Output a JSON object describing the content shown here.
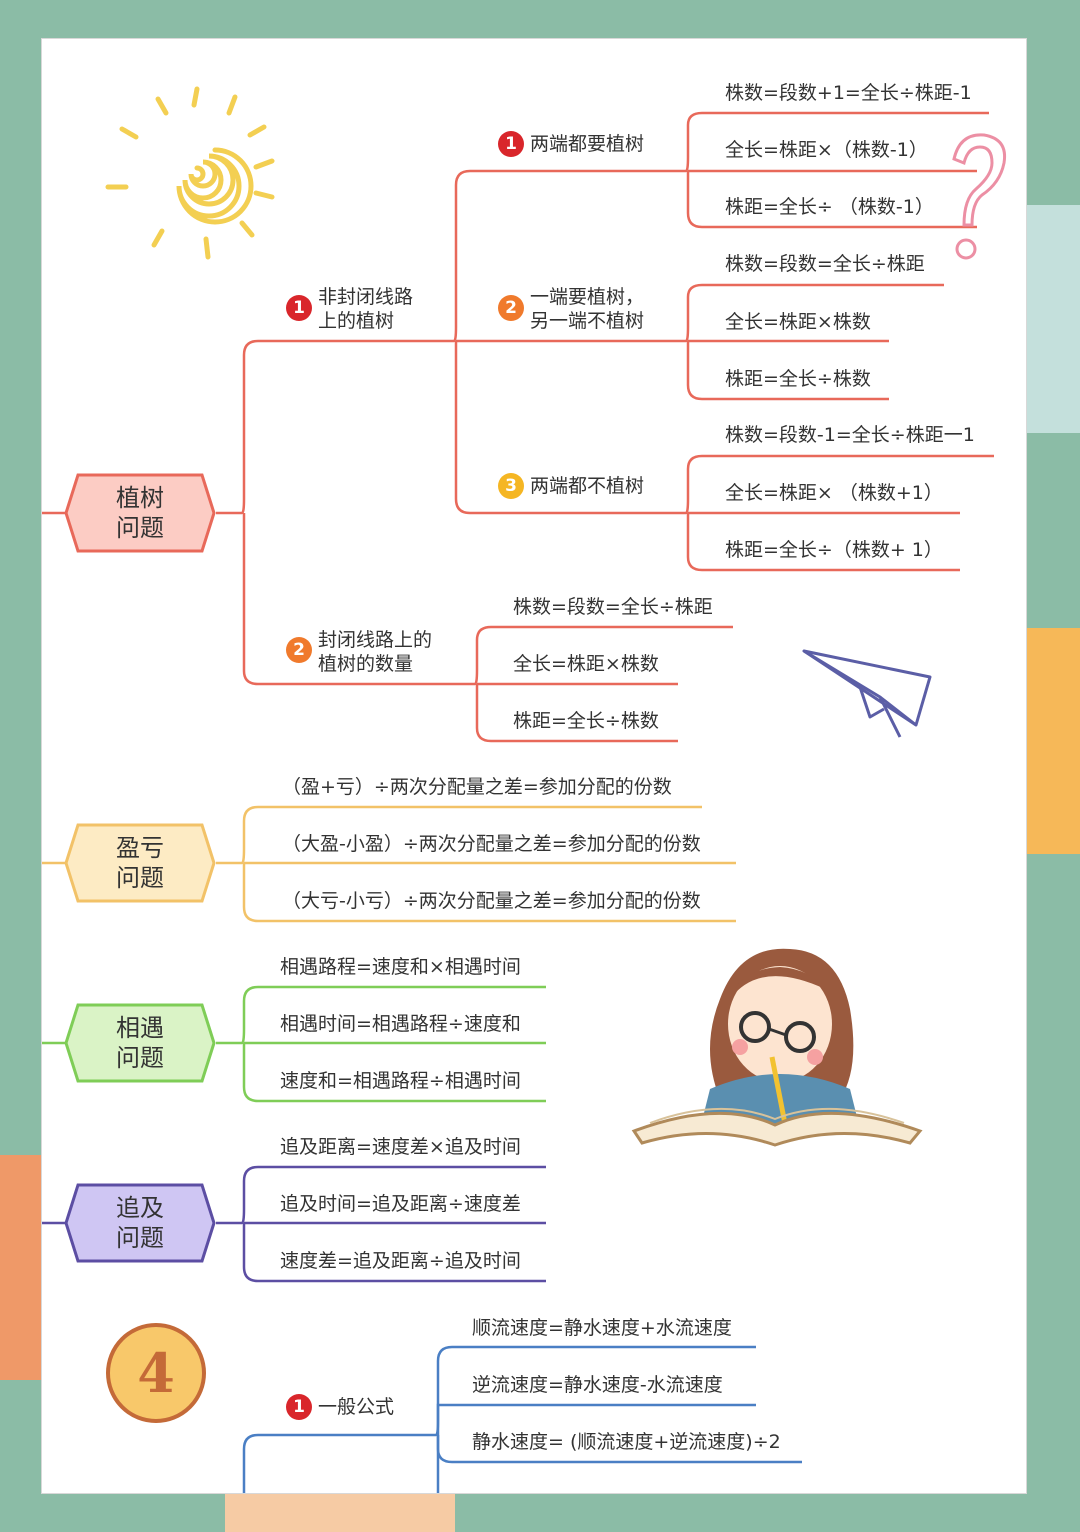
{
  "sections": {
    "tree": {
      "title_line1": "植树",
      "title_line2": "问题",
      "branch1": {
        "num": "1",
        "line1": "非封闭线路",
        "line2": "上的植树",
        "cases": [
          {
            "num": "1",
            "label": "两端都要植树",
            "formulas": [
              "株数=段数+1=全长÷株距-1",
              "全长=株距×（株数-1）",
              "株距=全长÷ （株数-1）"
            ]
          },
          {
            "num": "2",
            "line1": "一端要植树，",
            "line2": "另一端不植树",
            "formulas": [
              "株数=段数=全长÷株距",
              "全长=株距×株数",
              "株距=全长÷株数"
            ]
          },
          {
            "num": "3",
            "label": "两端都不植树",
            "formulas": [
              "株数=段数-1=全长÷株距一1",
              "全长=株距× （株数+1）",
              "株距=全长÷（株数+ 1）"
            ]
          }
        ]
      },
      "branch2": {
        "num": "2",
        "line1": "封闭线路上的",
        "line2": "植树的数量",
        "formulas": [
          "株数=段数=全长÷株距",
          "全长=株距×株数",
          "株距=全长÷株数"
        ]
      }
    },
    "profit": {
      "title_line1": "盈亏",
      "title_line2": "问题",
      "formulas": [
        "（盈+亏）÷两次分配量之差=参加分配的份数",
        "（大盈-小盈）÷两次分配量之差=参加分配的份数",
        "（大亏-小亏）÷两次分配量之差=参加分配的份数"
      ]
    },
    "meet": {
      "title_line1": "相遇",
      "title_line2": "问题",
      "formulas": [
        "相遇路程=速度和×相遇时间",
        "相遇时间=相遇路程÷速度和",
        "速度和=相遇路程÷相遇时间"
      ]
    },
    "chase": {
      "title_line1": "追及",
      "title_line2": "问题",
      "formulas": [
        "追及距离=速度差×追及时间",
        "追及时间=追及距离÷速度差",
        "速度差=追及距离÷追及时间"
      ]
    },
    "flow": {
      "badge": "4",
      "branch_num": "1",
      "branch_label": "一般公式",
      "formulas": [
        "顺流速度=静水速度+水流速度",
        "逆流速度=静水速度-水流速度",
        "静水速度= (顺流速度+逆流速度)÷2"
      ]
    }
  },
  "colors": {
    "tree": "#e8695a",
    "profit": "#f2c268",
    "meet": "#7fcd57",
    "chase": "#5c4ea3",
    "flow": "#4a7fc4",
    "page_bg": "#8bbca6"
  }
}
